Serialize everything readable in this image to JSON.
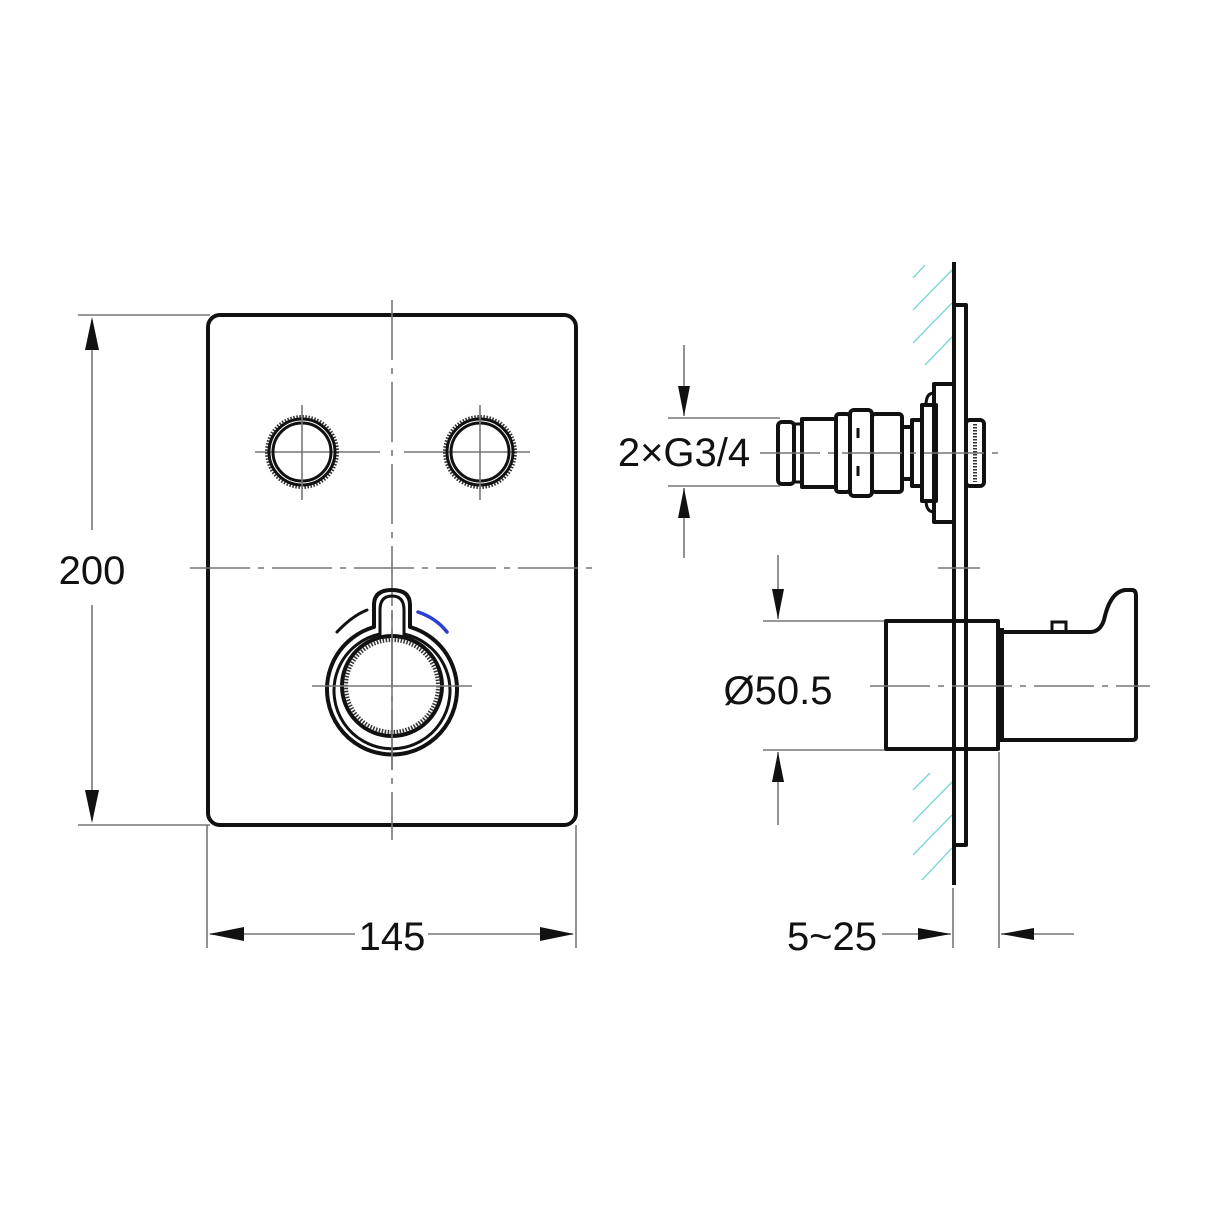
{
  "drawing": {
    "type": "technical dimension drawing",
    "subject": "concealed thermostatic shower valve with trim plate",
    "views": [
      "front view",
      "side view"
    ]
  },
  "front_view": {
    "plate": {
      "width_label": "145",
      "height_label": "200"
    },
    "buttons": [
      {
        "name": "left-push-button"
      },
      {
        "name": "right-push-button"
      }
    ],
    "knob": {
      "name": "temperature-knob",
      "rotation_indicator_color": "#2a3fd1"
    }
  },
  "side_view": {
    "connection_label": "2×G3/4",
    "knob_diameter_label": "Ø50.5",
    "wall_depth_label": "5~25",
    "wall_hatch_color": "#7fd6d6"
  },
  "colors": {
    "line": "#111111",
    "centerline": "#777777",
    "hatch": "#7fd6d6",
    "indicator": "#2a3fd1",
    "background": "#ffffff"
  }
}
